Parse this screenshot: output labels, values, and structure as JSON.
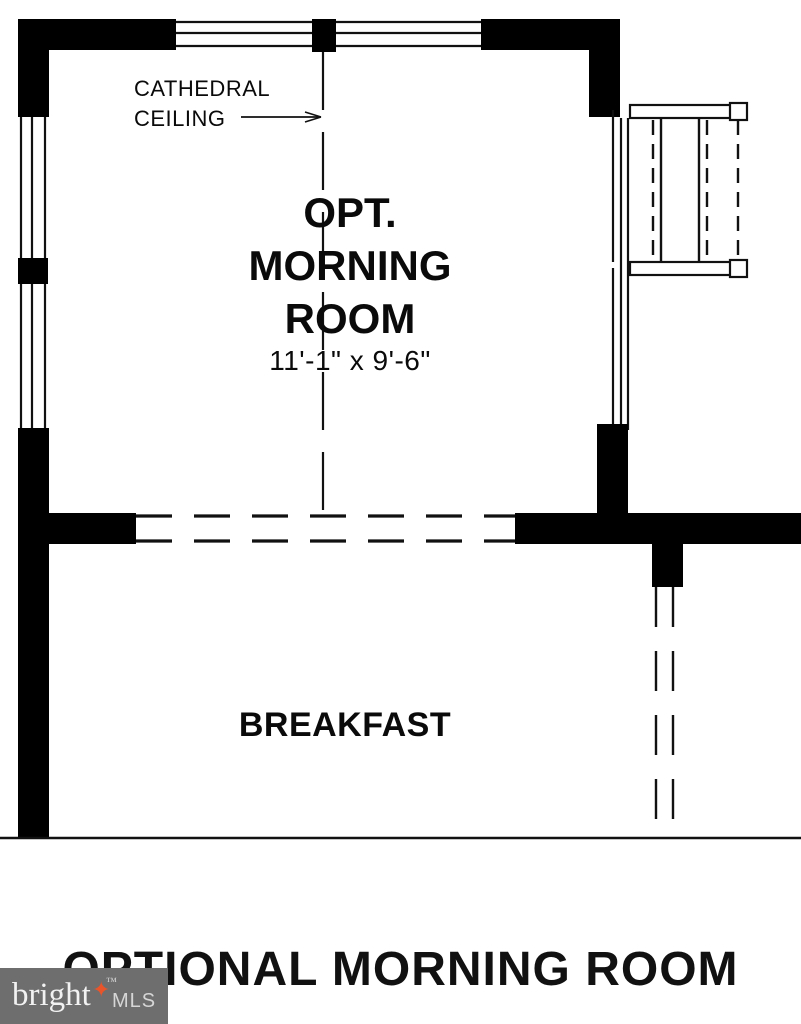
{
  "document": {
    "type": "architectural-floor-plan",
    "title": "OPTIONAL MORNING ROOM"
  },
  "plan": {
    "annotation": {
      "cathedral_line_1": "CATHEDRAL",
      "cathedral_line_2": "CEILING"
    },
    "rooms": [
      {
        "id": "opt-morning-room",
        "name": "OPT.\nMORNING\nROOM",
        "dimensions": "11'-1\" x 9'-6\"",
        "optional": true
      },
      {
        "id": "breakfast",
        "name": "BREAKFAST",
        "dimensions": "",
        "optional": false
      }
    ],
    "colors": {
      "wall_fill": "#000000",
      "line": "#111111",
      "background": "#ffffff"
    }
  },
  "watermark": {
    "brand": "bright",
    "suffix": "MLS",
    "trademark": "™",
    "star": "✦",
    "background": "#6e6e6e",
    "star_color": "#e8552b",
    "text_color": "#f2f2f2"
  }
}
